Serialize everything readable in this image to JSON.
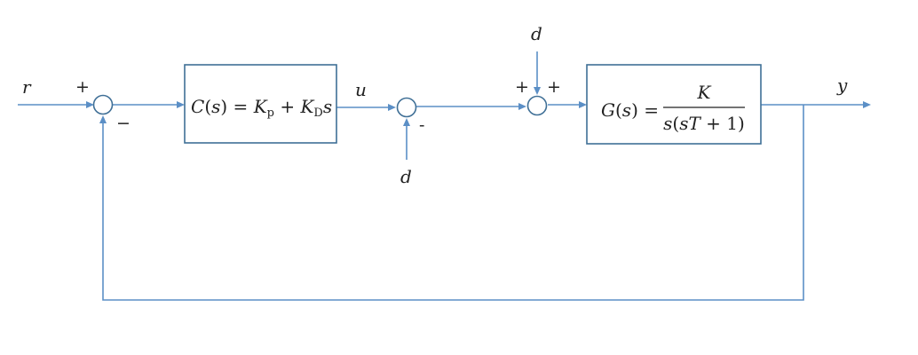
{
  "signals": {
    "reference": "r",
    "control": "u",
    "output": "y",
    "disturbance_top": "d",
    "disturbance_bottom": "d"
  },
  "signs": {
    "sum1_plus": "+",
    "sum1_minus": "−",
    "sum2_minus": "-",
    "sum3_plus_left": "+",
    "sum3_plus_top": "+"
  },
  "controller": {
    "lhs": "C",
    "arg_open": "(",
    "arg": "s",
    "arg_close": ")",
    "equals": " = ",
    "kp_k": "K",
    "kp_sub": "p",
    "plus": " + ",
    "kd_k": "K",
    "kd_sub": "D",
    "kd_s": "s"
  },
  "plant": {
    "lhs": "G",
    "arg_open": "(",
    "arg": "s",
    "arg_close": ")",
    "equals": " = ",
    "numerator": "K",
    "den_s": "s",
    "den_open": "(",
    "den_sT": "sT",
    "den_plus_one": " + 1",
    "den_close": ")"
  },
  "colors": {
    "line": "#5b8fc6",
    "block_border": "#3f6f96",
    "text": "#222222"
  }
}
